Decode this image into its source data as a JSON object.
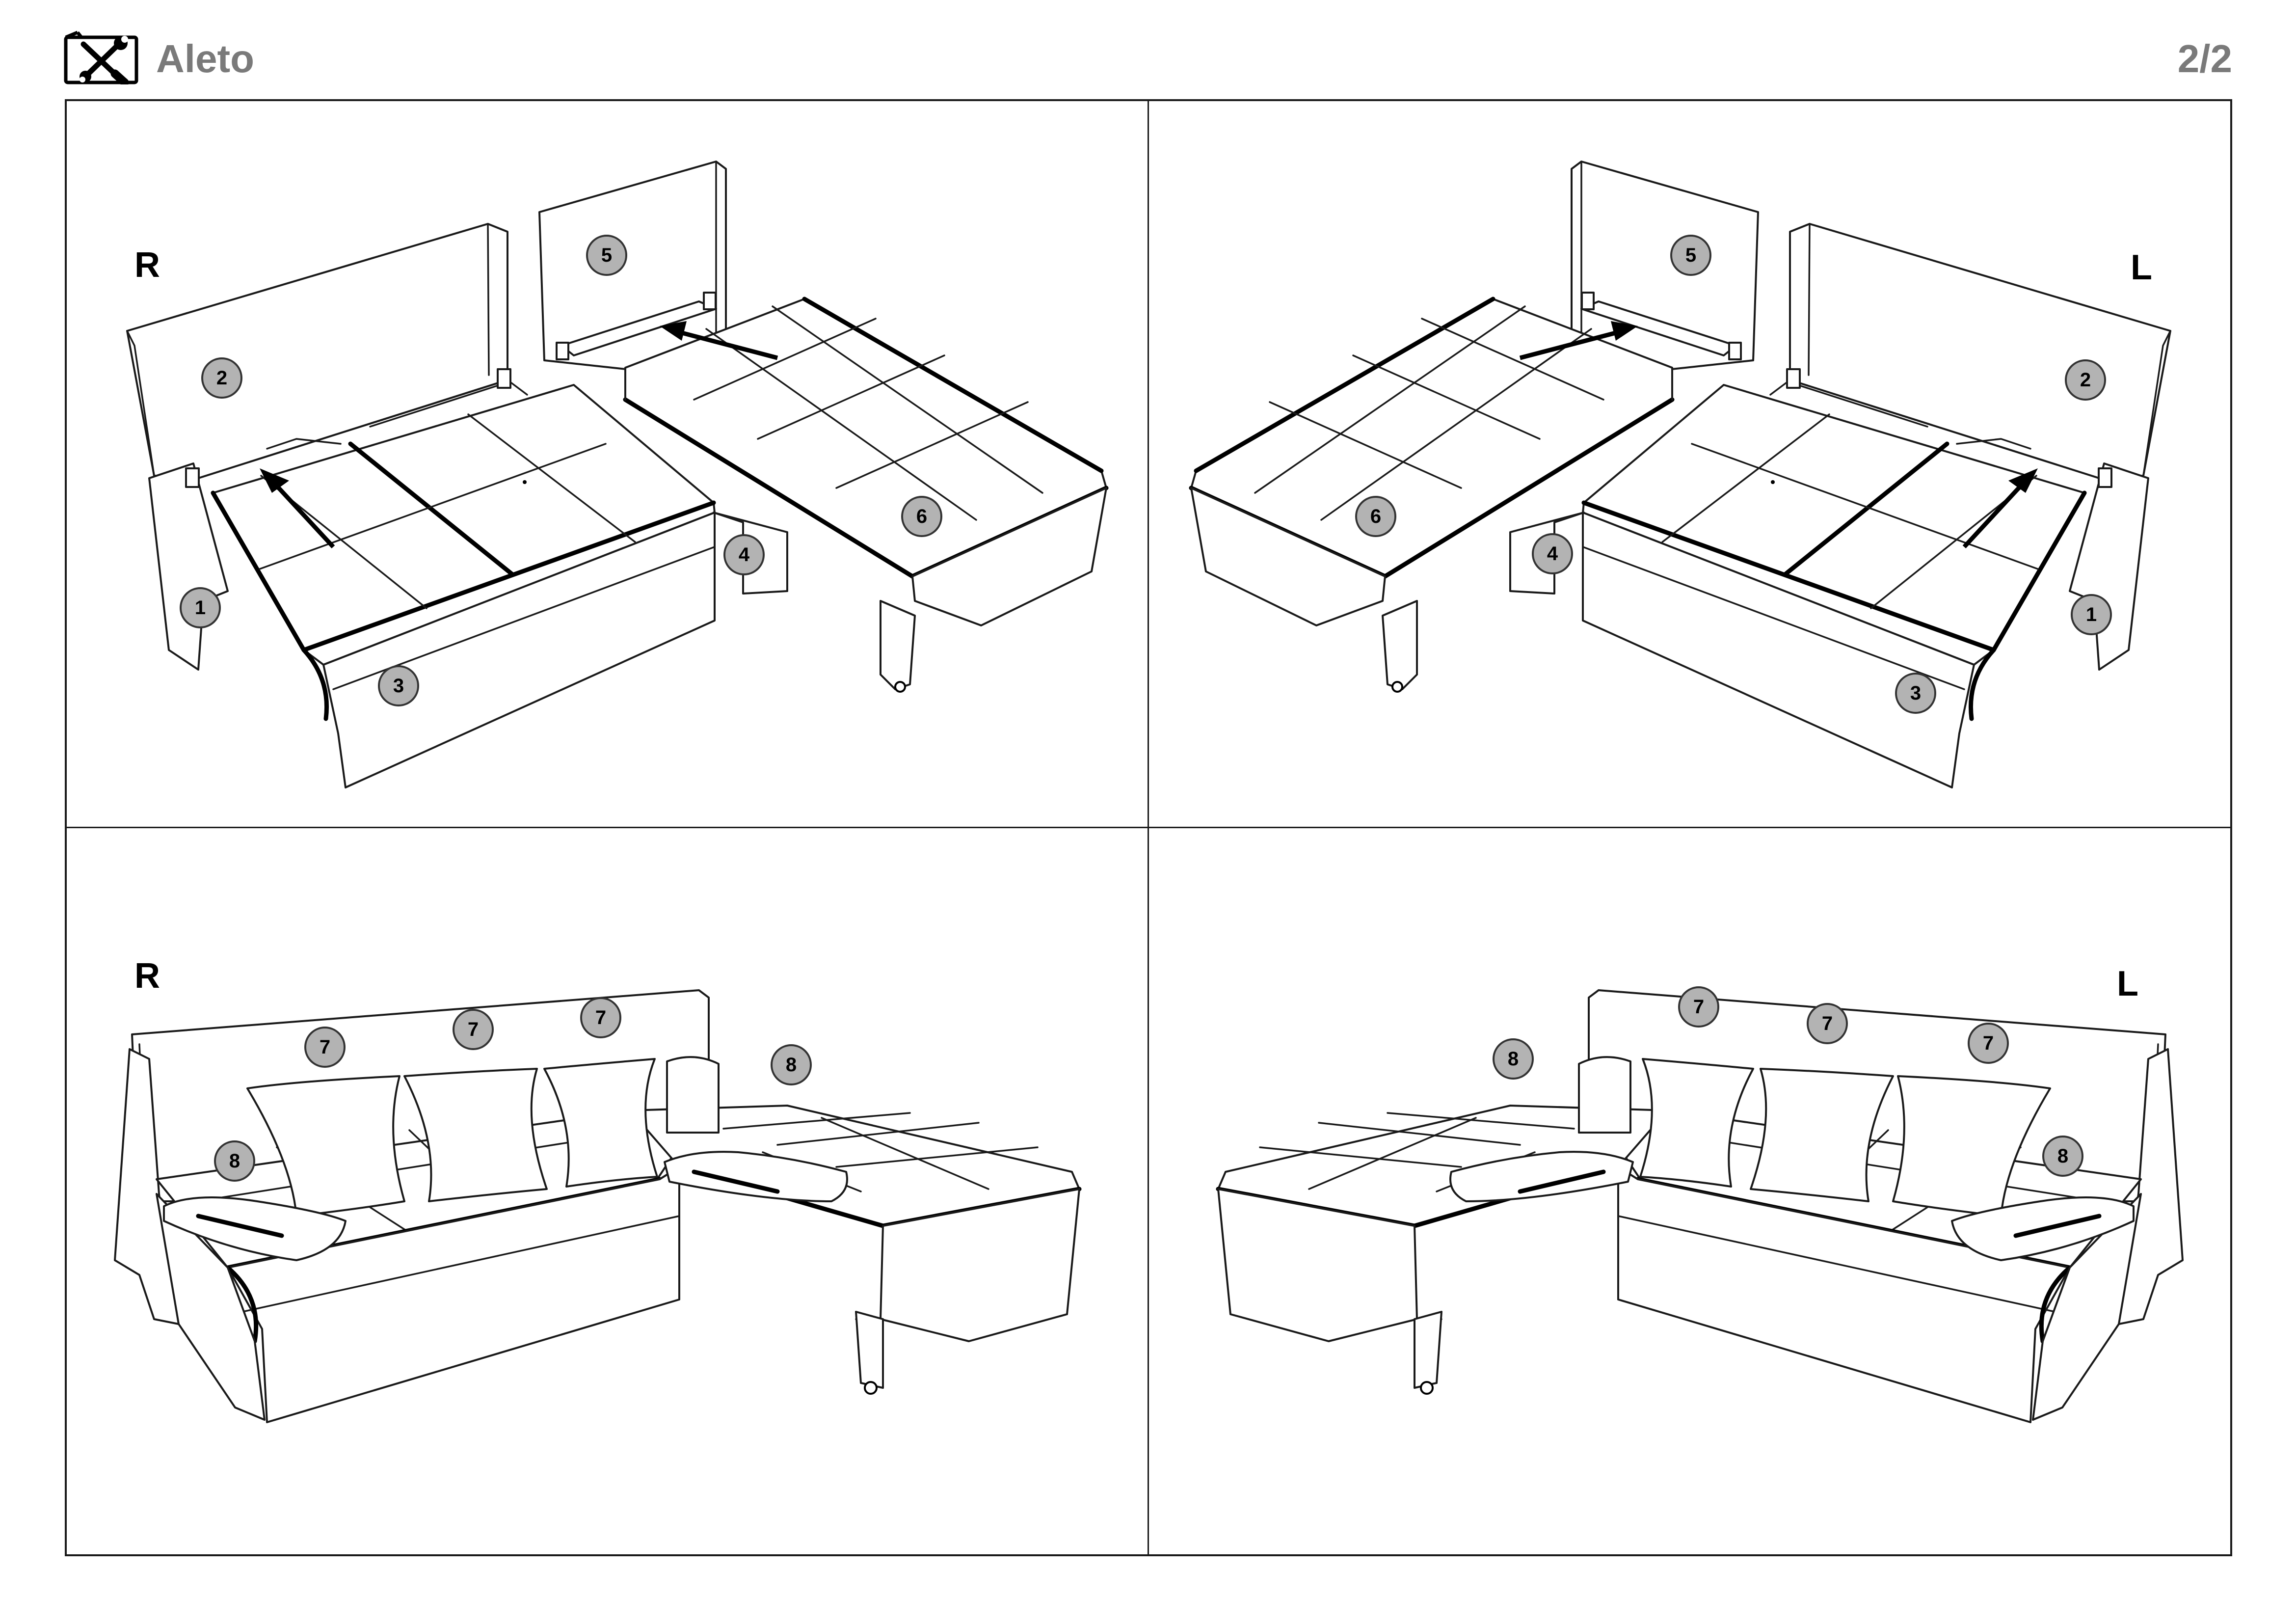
{
  "header": {
    "icon": "screwdriver-wrench-icon",
    "title": "Aleto",
    "page": "2/2"
  },
  "panels": [
    {
      "side": "R",
      "callouts": [
        "1",
        "2",
        "3",
        "4",
        "5",
        "6"
      ]
    },
    {
      "side": "L",
      "callouts": [
        "5",
        "2",
        "6",
        "4",
        "1",
        "3"
      ]
    },
    {
      "side": "R",
      "callouts": [
        "7",
        "7",
        "7",
        "8",
        "8"
      ]
    },
    {
      "side": "L",
      "callouts": [
        "7",
        "7",
        "7",
        "8",
        "8"
      ]
    }
  ],
  "colors": {
    "title_gray": "#7a7a7a",
    "callout_fill": "#b3b3b3",
    "line": "#1a1a1a"
  }
}
